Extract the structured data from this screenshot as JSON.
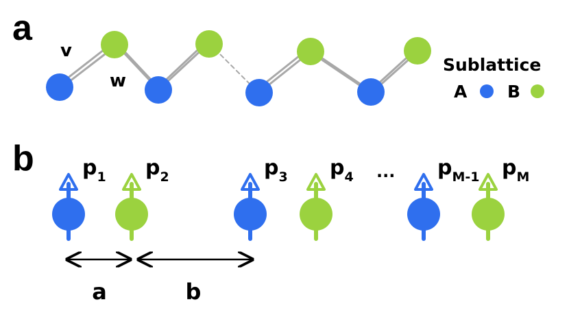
{
  "panel_a": {
    "label": "a",
    "bond_v": "v",
    "bond_w": "w",
    "legend_title": "Sublattice",
    "legend_a": "A",
    "legend_b": "B"
  },
  "panel_b": {
    "label": "b",
    "spins": [
      {
        "base": "p",
        "sub": "1"
      },
      {
        "base": "p",
        "sub": "2"
      },
      {
        "base": "p",
        "sub": "3"
      },
      {
        "base": "p",
        "sub": "4"
      },
      {
        "base": "p",
        "sub": "M-1"
      },
      {
        "base": "p",
        "sub": "M"
      }
    ],
    "ellipsis": "...",
    "distance_a": "a",
    "distance_b": "b"
  },
  "colors": {
    "sublattice_a": "#2f6fee",
    "sublattice_b": "#9bd23f",
    "bond": "#a8a8a8",
    "ink": "#000000"
  }
}
